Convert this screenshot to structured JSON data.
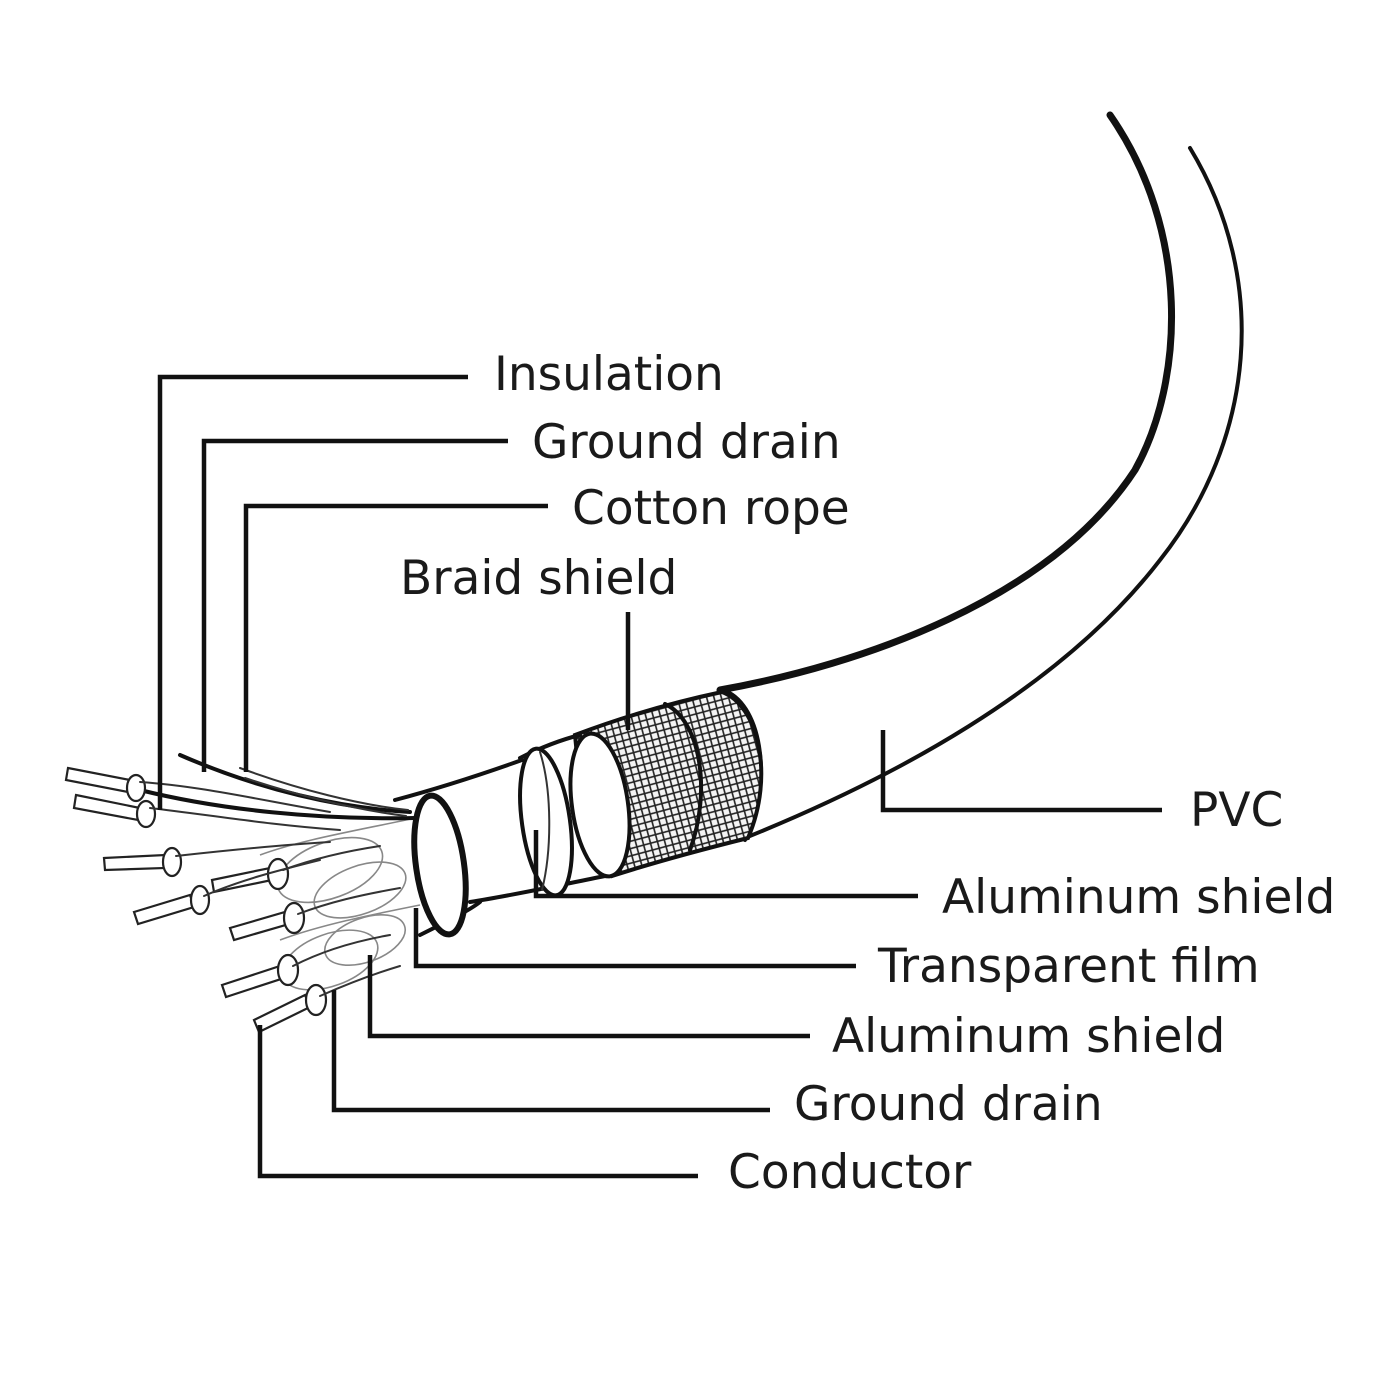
{
  "labels": {
    "insulation": "Insulation",
    "ground_drain_top": "Ground drain",
    "cotton_rope": "Cotton rope",
    "braid_shield": "Braid shield",
    "pvc": "PVC",
    "aluminum_shield_outer": "Aluminum shield",
    "transparent_film": "Transparent film",
    "aluminum_shield_inner": "Aluminum shield",
    "ground_drain_bottom": "Ground drain",
    "conductor": "Conductor"
  },
  "colors": {
    "line": "#111111",
    "background": "#ffffff"
  }
}
